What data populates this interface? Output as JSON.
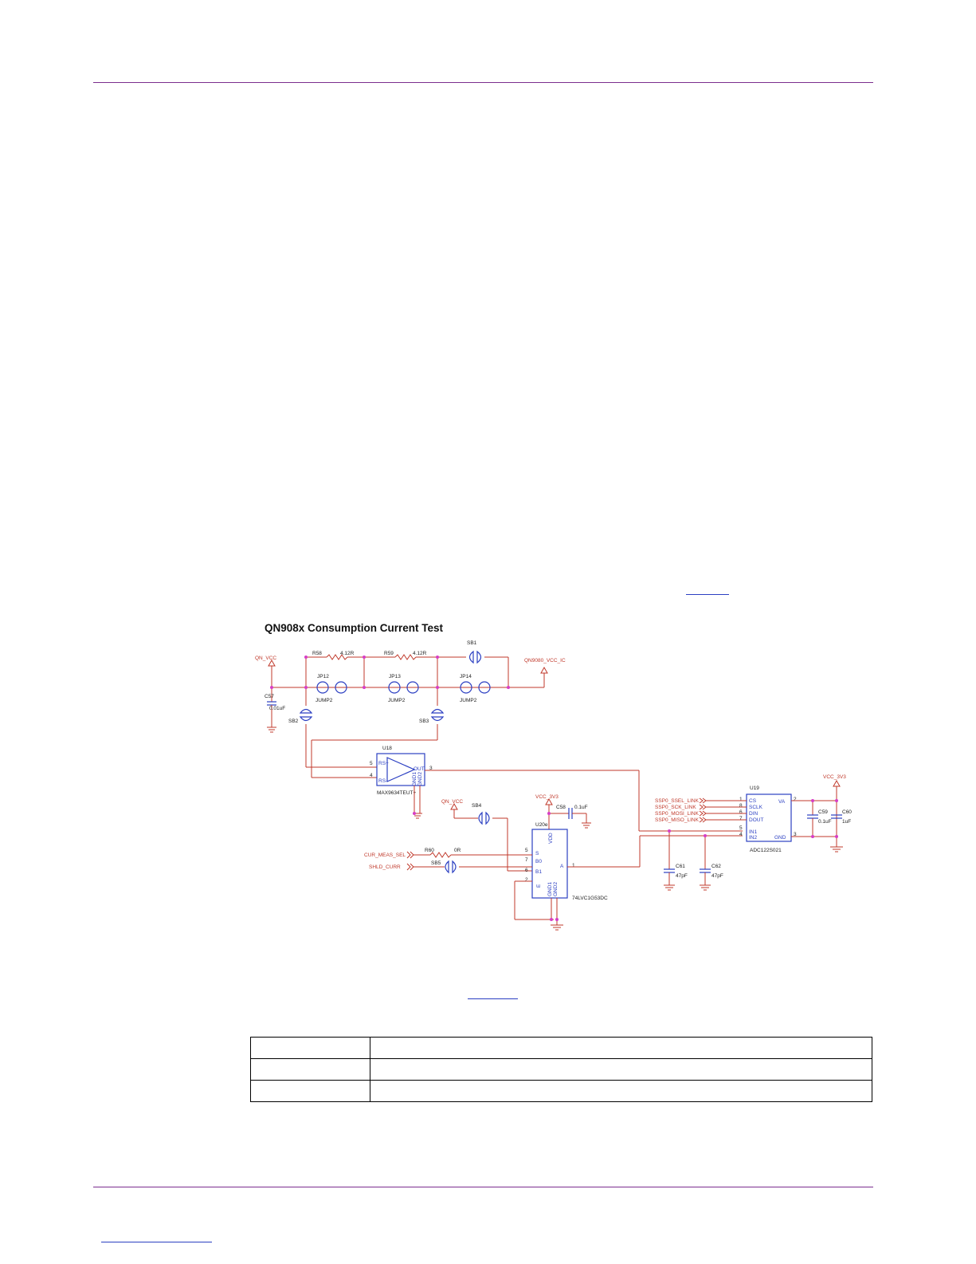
{
  "figure": {
    "title": "QN908x Consumption Current Test",
    "power": {
      "qn_vcc": "QN_VCC",
      "qn_vcc_ic": "QN9080_VCC_IC",
      "vcc_3v3": "VCC_3V3"
    },
    "resistors": [
      {
        "ref": "R58",
        "value": "4.12R"
      },
      {
        "ref": "R59",
        "value": "4.12R"
      },
      {
        "ref": "R60",
        "value": "0R"
      }
    ],
    "jumpers": [
      {
        "ref": "JP12",
        "type": "JUMP2"
      },
      {
        "ref": "JP13",
        "type": "JUMP2"
      },
      {
        "ref": "JP14",
        "type": "JUMP2"
      }
    ],
    "solder_bridges": [
      "SB1",
      "SB2",
      "SB3",
      "SB4",
      "SB5"
    ],
    "capacitors": [
      {
        "ref": "C57",
        "value": "0.01uF"
      },
      {
        "ref": "C58",
        "value": "0.1uF"
      },
      {
        "ref": "C59",
        "value": "0.1uF"
      },
      {
        "ref": "C60",
        "value": "1uF"
      },
      {
        "ref": "C61",
        "value": "47pF"
      },
      {
        "ref": "C62",
        "value": "47pF"
      }
    ],
    "u18": {
      "ref": "U18",
      "part": "MAX9634TEUT+",
      "pins": {
        "rs_plus": "RS+",
        "rs_minus": "RS-",
        "out": "OUT",
        "gnd1": "GND1",
        "gnd2": "GND2",
        "n5": "5",
        "n4": "4",
        "n3": "3"
      }
    },
    "u20": {
      "ref": "U20e",
      "part": "74LVC1G53DC",
      "pins": {
        "vdd": "VDD",
        "s": "S",
        "b0": "B0",
        "b1": "B1",
        "e": "E",
        "a": "A",
        "gnd1": "GND1",
        "gnd2": "GND2",
        "n5": "5",
        "n7": "7",
        "n6": "6",
        "n2": "2",
        "n1": "1"
      }
    },
    "u19": {
      "ref": "U19",
      "part": "ADC122S021",
      "pins": {
        "cs": "CS",
        "sclk": "SCLK",
        "din": "DIN",
        "dout": "DOUT",
        "in1": "IN1",
        "in2": "IN2",
        "va": "VA",
        "gnd": "GND"
      },
      "pin_numbers": {
        "cs": "1",
        "sclk": "8",
        "din": "6",
        "dout": "7",
        "in1": "5",
        "in2": "4",
        "va": "2",
        "gnd": "3"
      }
    },
    "net_labels": {
      "ssel": "SSP0_SSEL_LINK",
      "sck": "SSP0_SCK_LINK",
      "mosi": "SSP0_MOSI_LINK",
      "miso": "SSP0_MISO_LINK",
      "cur_meas_sel": "CUR_MEAS_SEL",
      "shld_curr": "SHLD_CURR"
    }
  }
}
